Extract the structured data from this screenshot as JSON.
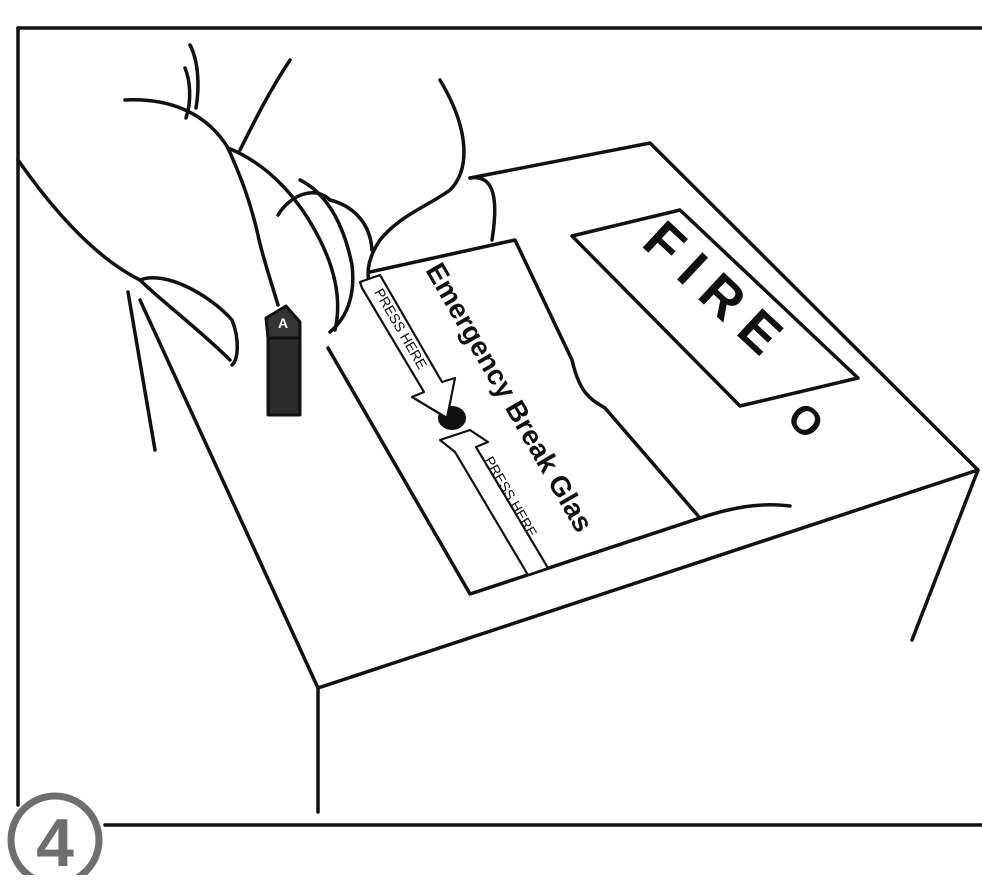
{
  "illustration": {
    "step_number": "4",
    "fire_label": "FIRE",
    "indicator_label": "O",
    "main_label": "Emergency Break Glas",
    "press_here_top": "PRESS HERE",
    "press_here_bottom": "PRESS HERE",
    "key_marking": "A"
  },
  "colors": {
    "line": "#111111",
    "step_circle": "#6e6e6e",
    "background": "#ffffff"
  }
}
